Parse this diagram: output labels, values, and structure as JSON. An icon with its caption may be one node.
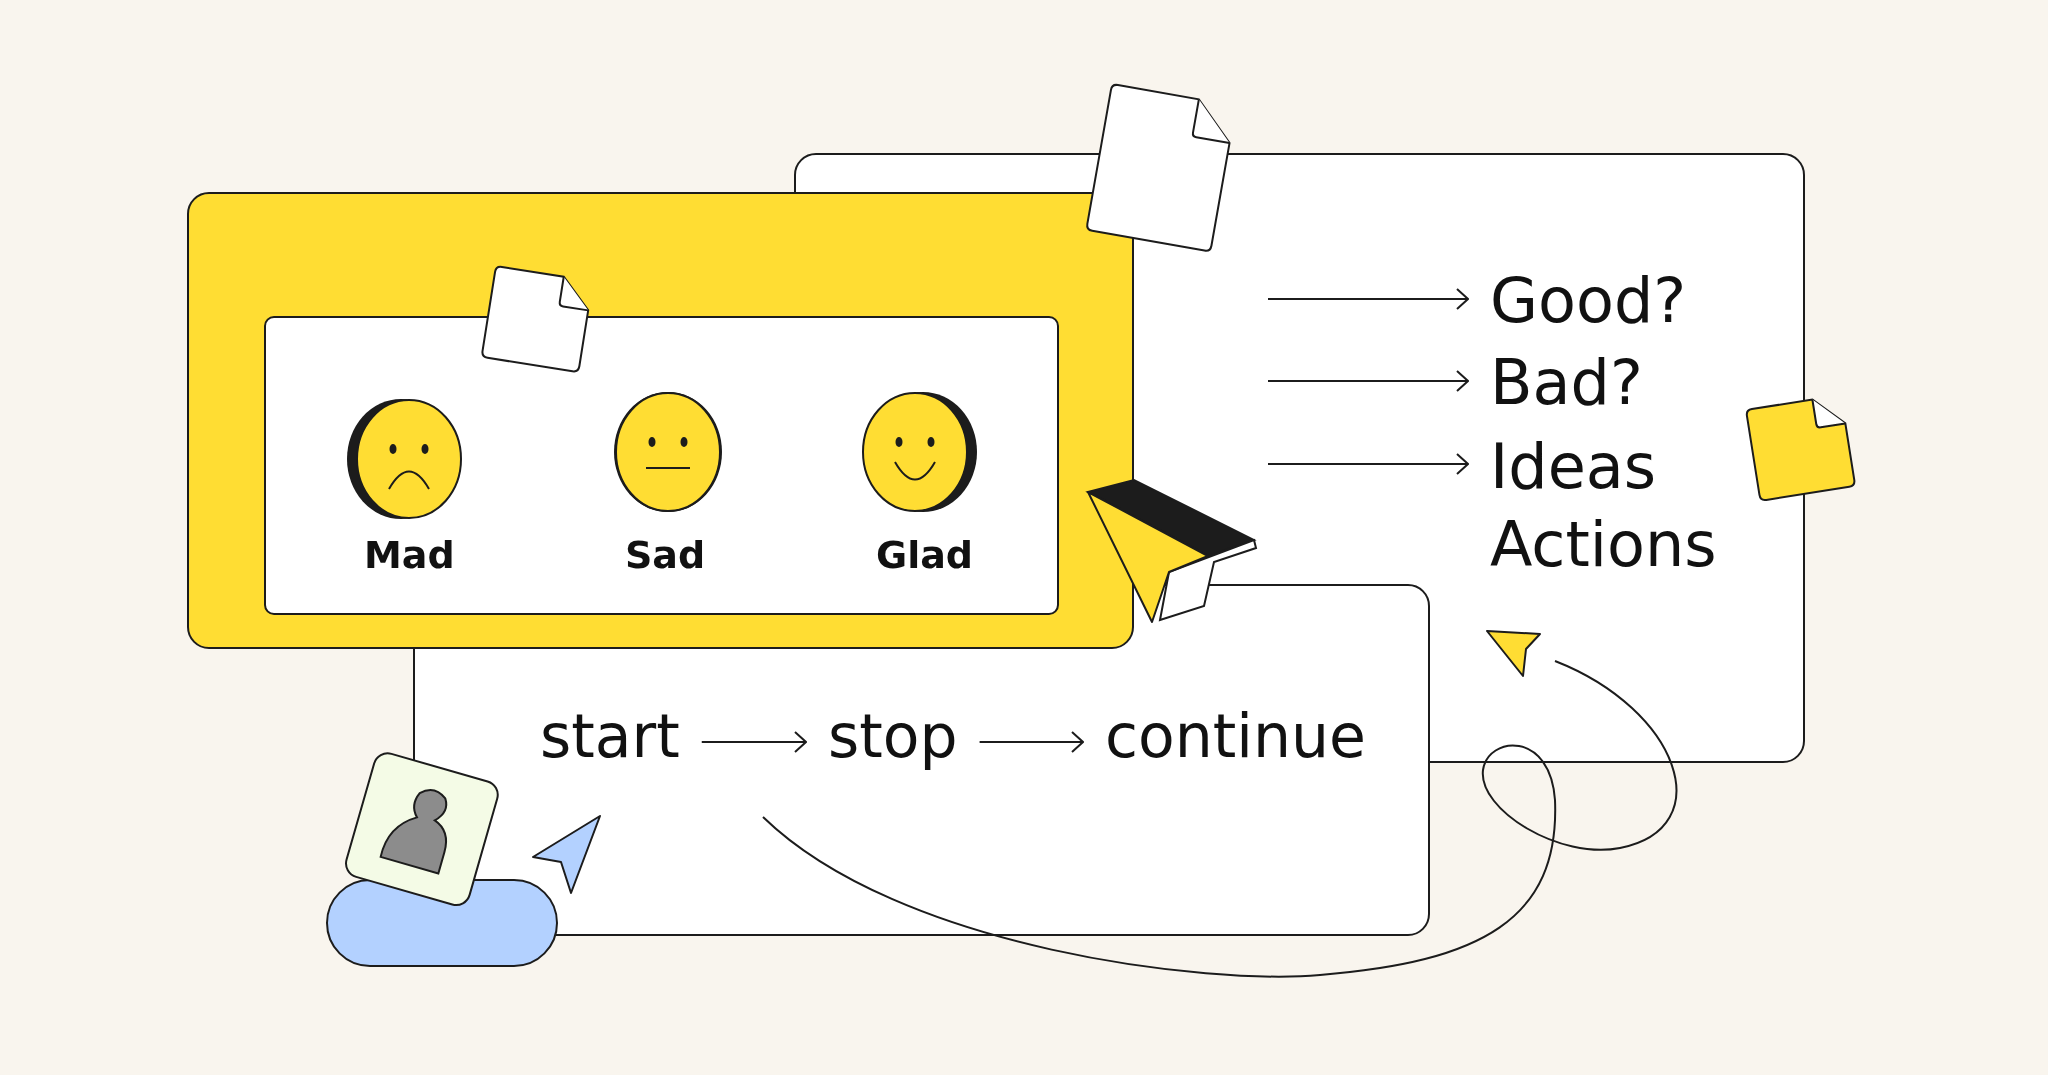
{
  "diagram": {
    "nodes": [
      {
        "text": [],
        "shape": "box"
      },
      {
        "text": [],
        "shape": "box",
        "in": 0
      },
      {
        "text": [
          "Mad"
        ],
        "in": 1
      },
      {
        "text": [
          "Sad"
        ],
        "in": 1
      },
      {
        "text": [
          "Glad"
        ]
      },
      {
        "text": [],
        "shape": "box"
      },
      {
        "text": [
          "Good?"
        ],
        "in": 5
      },
      {
        "text": [
          "Bad?"
        ],
        "in": 5
      },
      {
        "text": [
          "Ideas"
        ],
        "in": 5
      },
      {
        "text": [
          "Actions"
        ],
        "in": 5
      },
      {
        "text": [],
        "shape": "box"
      },
      {
        "text": [
          "start"
        ],
        "in": 10
      },
      {
        "text": [
          "stop"
        ],
        "in": 10
      },
      {
        "text": [
          "continue"
        ]
      }
    ],
    "edges": [
      {
        "from": null,
        "to": 6,
        "arrow": "to"
      },
      {
        "from": null,
        "to": 7,
        "arrow": "to"
      },
      {
        "from": null,
        "to": 8,
        "arrow": "to"
      },
      {
        "from": 11,
        "to": 12,
        "arrow": "to"
      },
      {
        "from": 12,
        "to": 13,
        "arrow": "to"
      }
    ]
  }
}
